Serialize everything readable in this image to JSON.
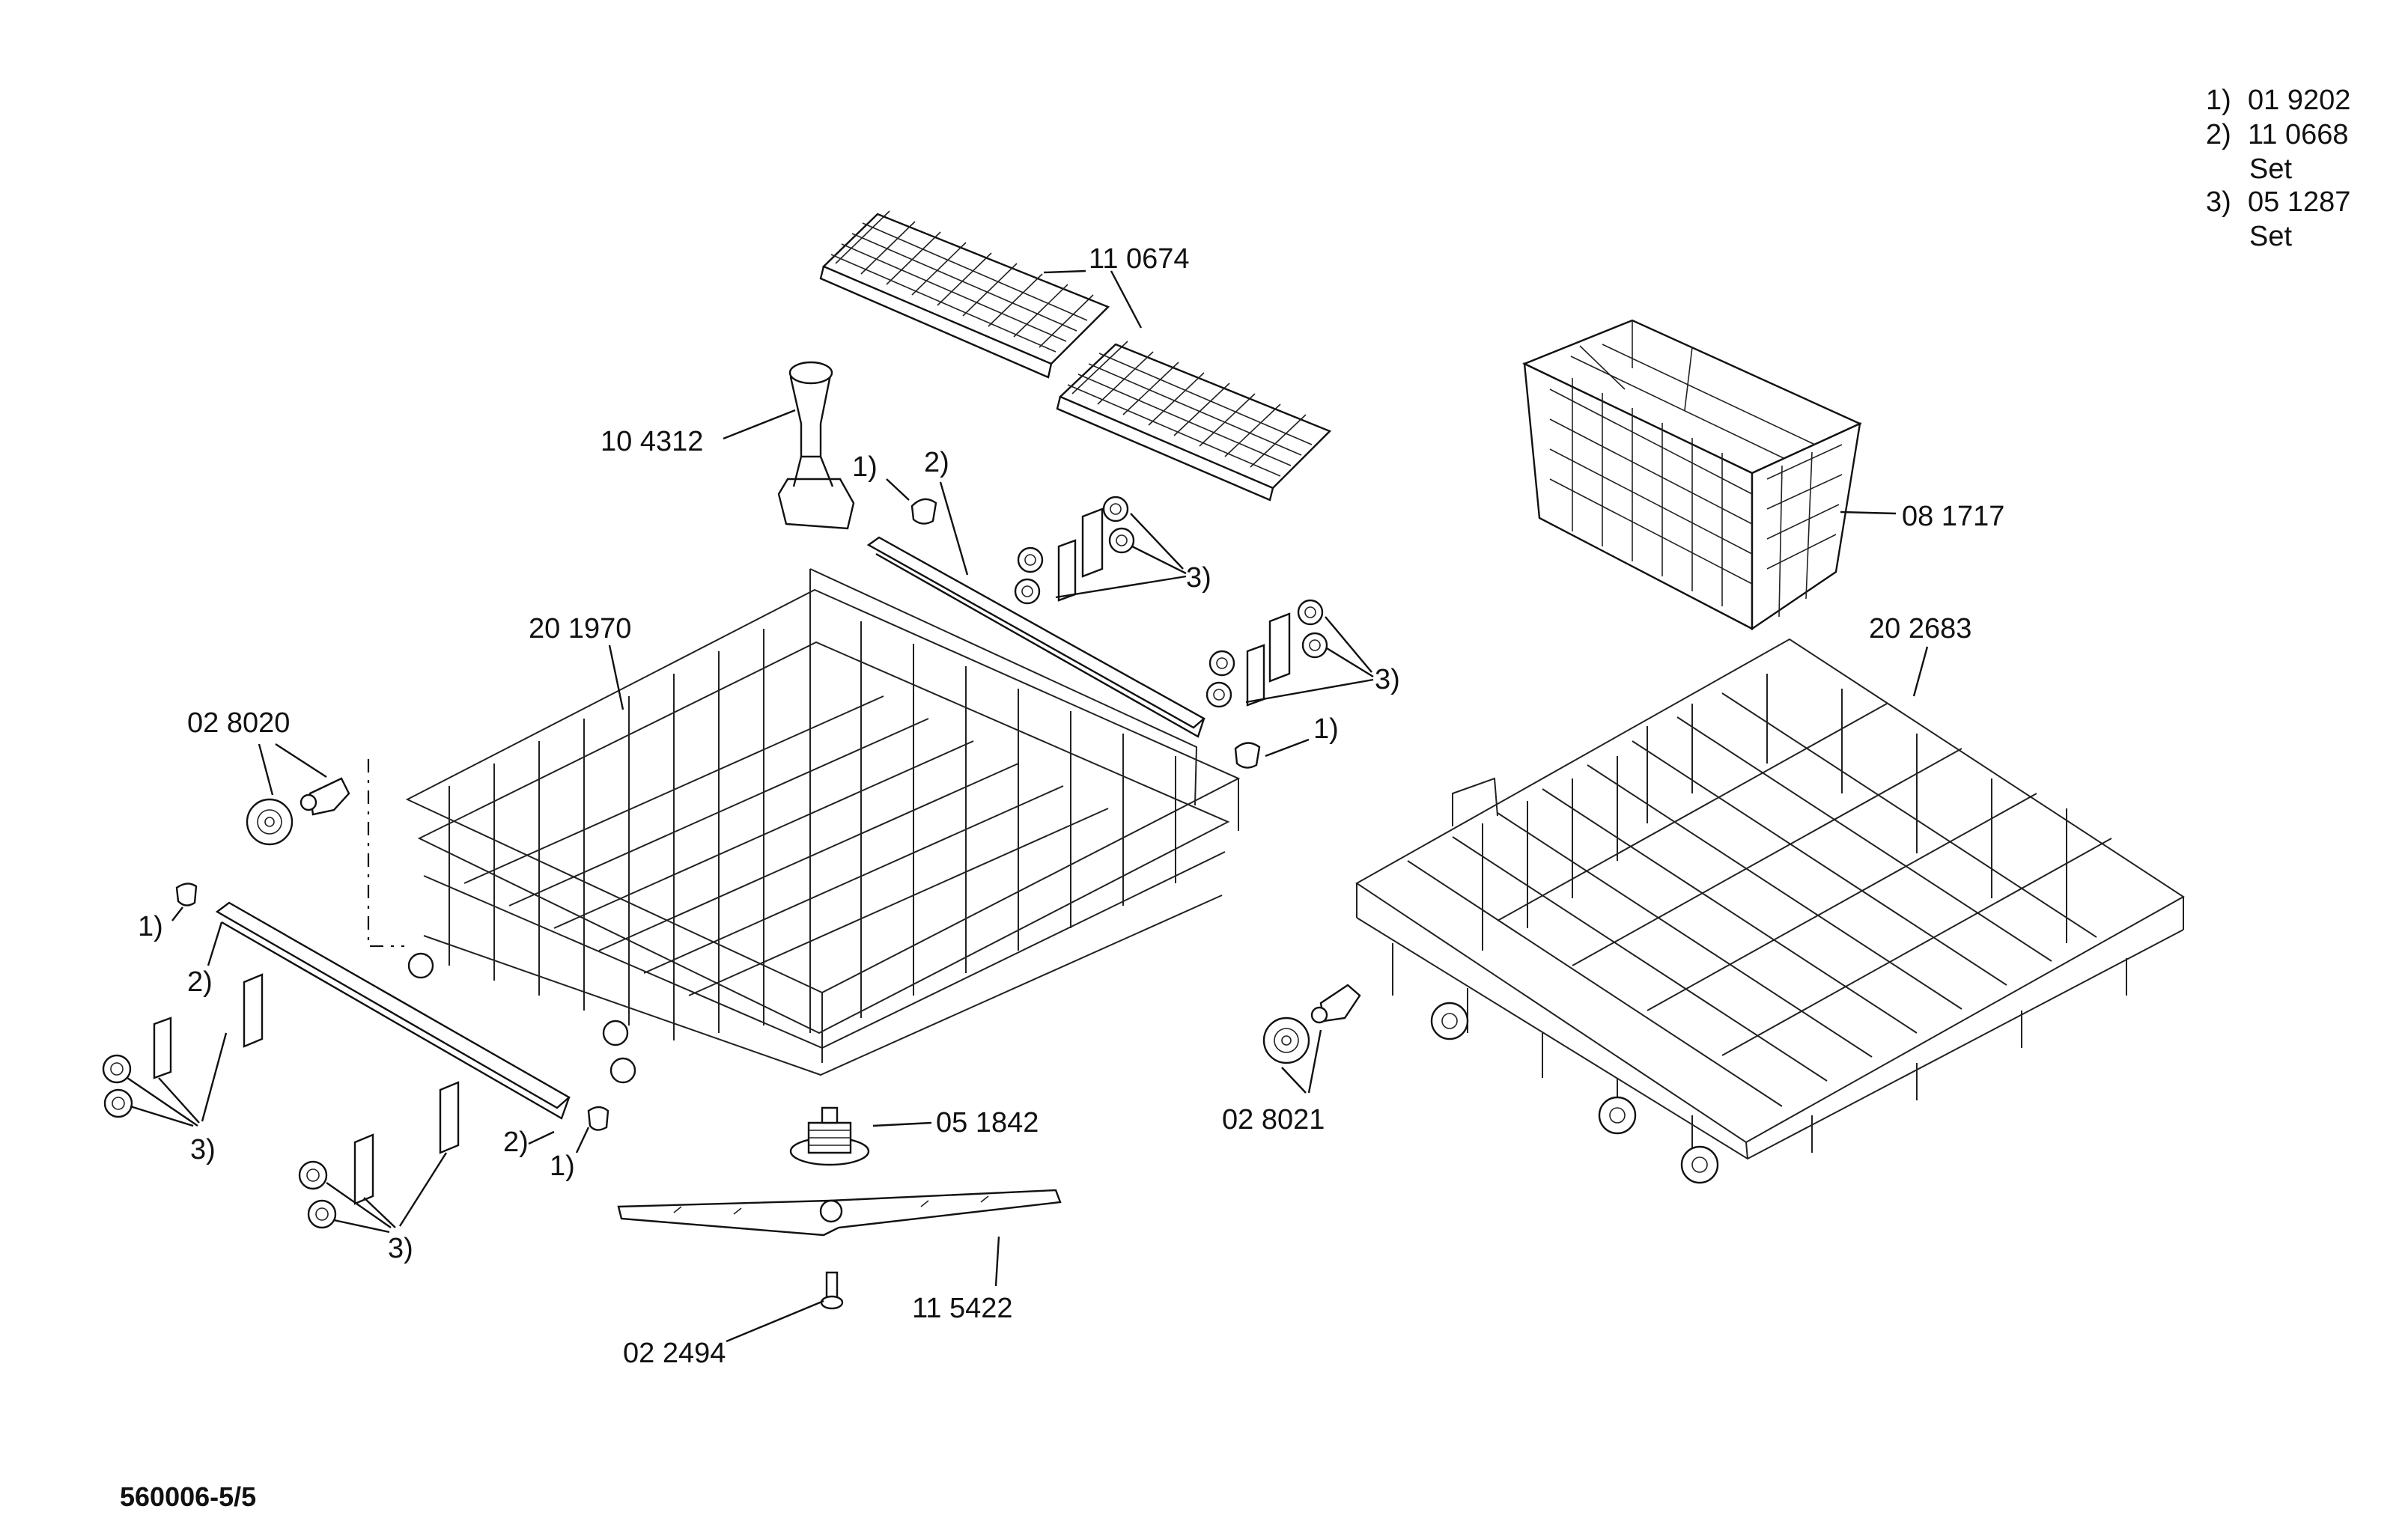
{
  "legend": {
    "items": [
      {
        "ref": "1)",
        "number": "01 9202",
        "note": ""
      },
      {
        "ref": "2)",
        "number": "11 0668",
        "note": "Set"
      },
      {
        "ref": "3)",
        "number": "05 1287",
        "note": "Set"
      }
    ]
  },
  "parts": {
    "p110674": "11 0674",
    "p104312": "10 4312",
    "p081717": "08 1717",
    "p201970": "20 1970",
    "p202683": "20 2683",
    "p028020": "02 8020",
    "p028021": "02 8021",
    "p051842": "05 1842",
    "p115422": "11 5422",
    "p022494": "02 2494"
  },
  "refs": {
    "r1": "1)",
    "r2": "2)",
    "r3": "3)"
  },
  "drawing_code": "560006-5/5"
}
